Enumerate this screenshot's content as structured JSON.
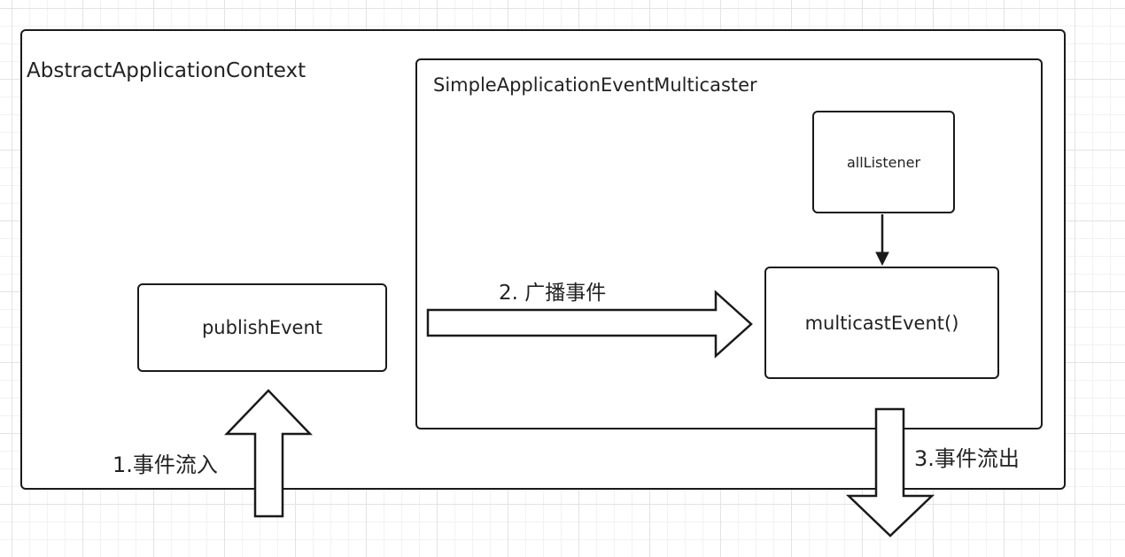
{
  "containers": {
    "outer": {
      "label": "AbstractApplicationContext"
    },
    "inner": {
      "label": "SimpleApplicationEventMulticaster"
    }
  },
  "nodes": {
    "publish": {
      "label": "publishEvent"
    },
    "listener": {
      "label": "allListener"
    },
    "multicast": {
      "label": "multicastEvent()"
    }
  },
  "edges": {
    "inflow": {
      "label": "1.事件流入"
    },
    "broadcast": {
      "label": "2. 广播事件"
    },
    "outflow": {
      "label": "3.事件流出"
    },
    "listener_to_multicast": {
      "label": ""
    }
  },
  "colors": {
    "stroke": "#1a1a1a",
    "fill": "#ffffff",
    "grid": "#e3e3e3"
  }
}
